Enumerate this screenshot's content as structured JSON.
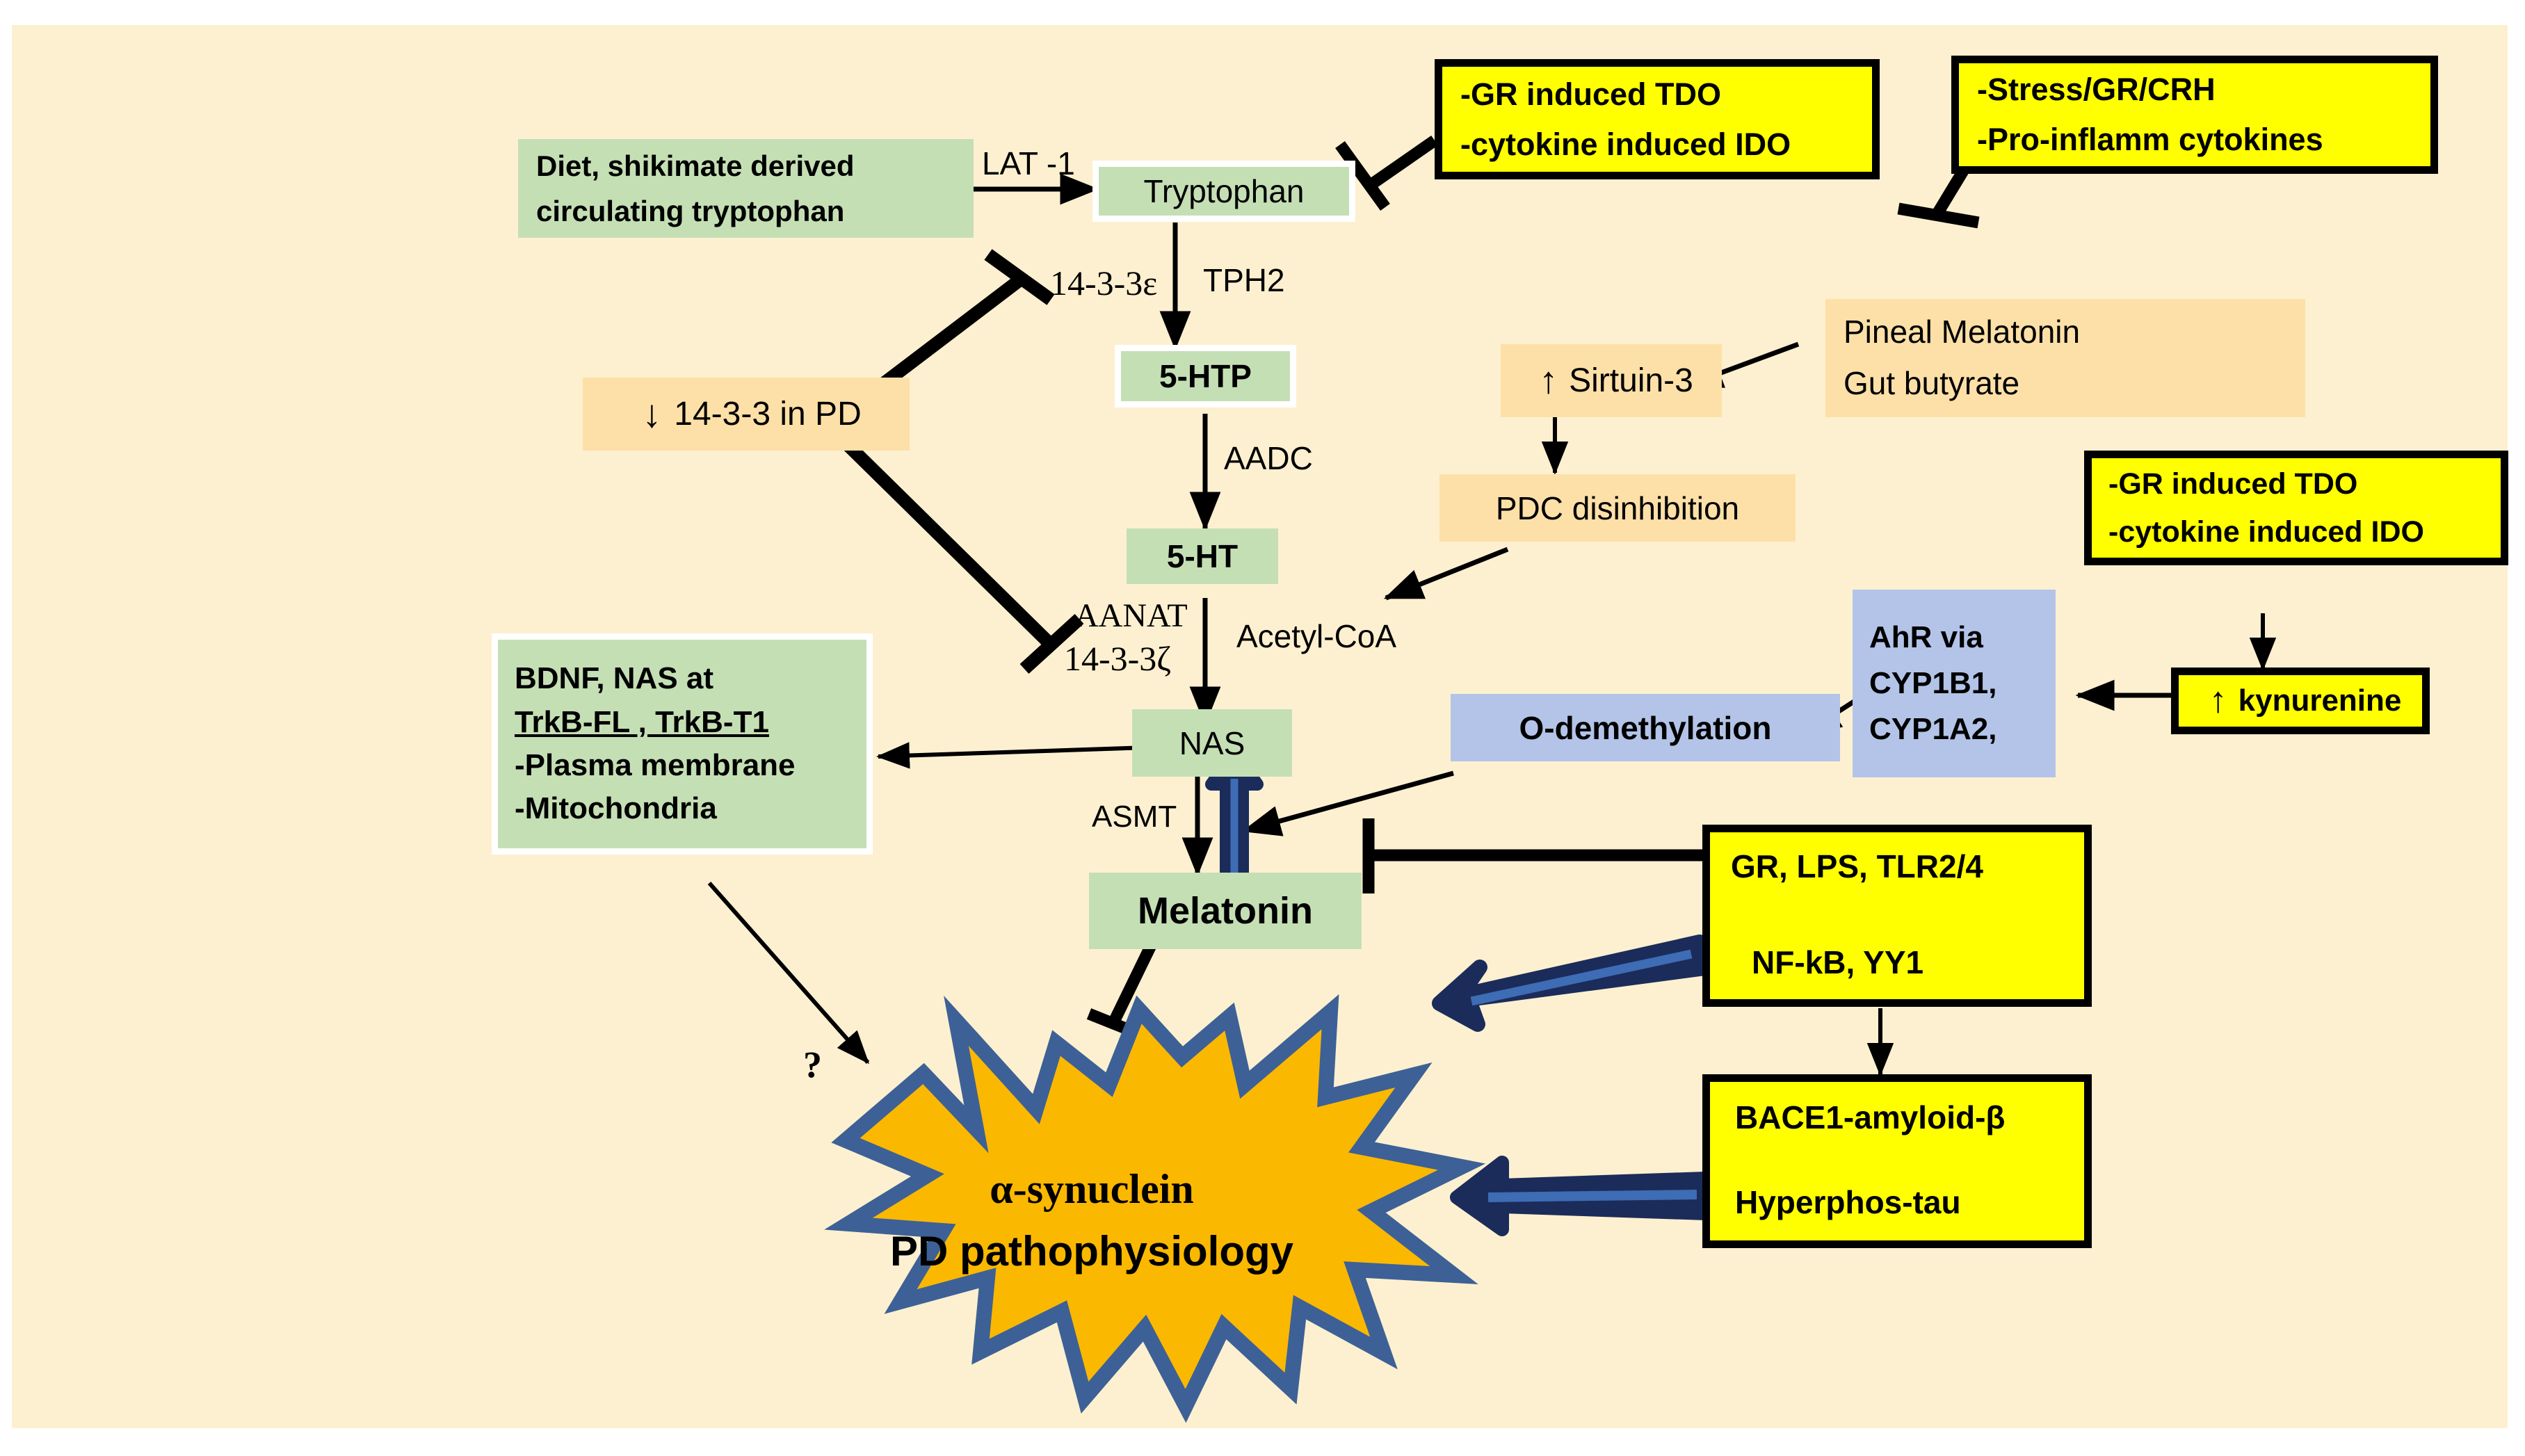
{
  "canvas": {
    "background": "#fdf0d0",
    "star_fill": "#fbb800",
    "star_stroke": "#3d6196",
    "green": "#c5dfb5",
    "tan": "#fde0a8",
    "blue": "#b3c4e8",
    "yellow": "#ffff00",
    "arrow_navy": "#1b2c5a",
    "arrow_blue": "#3e6cb5"
  },
  "nodes": {
    "diet": {
      "line1": "Diet, shikimate derived",
      "line2": "circulating tryptophan"
    },
    "tryptophan": {
      "label": "Tryptophan"
    },
    "htp5": {
      "label": "5-HTP"
    },
    "ht5": {
      "label": "5-HT"
    },
    "nas": {
      "label": "NAS"
    },
    "melatonin": {
      "label": "Melatonin"
    },
    "tdo_ido_top": {
      "line1": "-GR induced TDO",
      "line2": "-cytokine induced IDO"
    },
    "stress_crh": {
      "line1": "-Stress/GR/CRH",
      "line2": "-Pro-inflamm cytokines"
    },
    "pineal": {
      "line1": "Pineal Melatonin",
      "line2": "Gut butyrate"
    },
    "sirtuin3": {
      "arrow": "↑",
      "label": "Sirtuin-3"
    },
    "pdc": {
      "label": "PDC disinhibition"
    },
    "ptn_14_3_3": {
      "arrow": "↓",
      "label": "14-3-3 in PD"
    },
    "bdnf": {
      "line1": "BDNF, NAS at",
      "line2": "TrkB-FL , TrkB-T1",
      "line3": "-Plasma membrane",
      "line4": "-Mitochondria"
    },
    "odemethylation": {
      "label": "O-demethylation"
    },
    "ahr": {
      "line1": "AhR via",
      "line2": "CYP1B1,",
      "line3": "CYP1A2,"
    },
    "tdo_ido_right": {
      "line1": "-GR induced TDO",
      "line2": "-cytokine induced IDO"
    },
    "kynurenine": {
      "arrow": "↑",
      "label": "kynurenine"
    },
    "nfkb": {
      "line1": "GR, LPS, TLR2/4",
      "line2": "NF-kB, YY1"
    },
    "bace1": {
      "line1": "BACE1-amyloid-β",
      "line2": "Hyperphos-tau"
    },
    "star": {
      "line1": "α-synuclein",
      "line2": "PD pathophysiology"
    }
  },
  "edge_labels": {
    "lat1": "LAT -1",
    "tph2": "TPH2",
    "eps_14_3_3": "14-3-3ε",
    "aadc": "AADC",
    "aanat": "AANAT",
    "zeta_14_3_3": "14-3-3ζ",
    "acetyl_coa": "Acetyl-CoA",
    "asmt": "ASMT",
    "question": "?"
  }
}
